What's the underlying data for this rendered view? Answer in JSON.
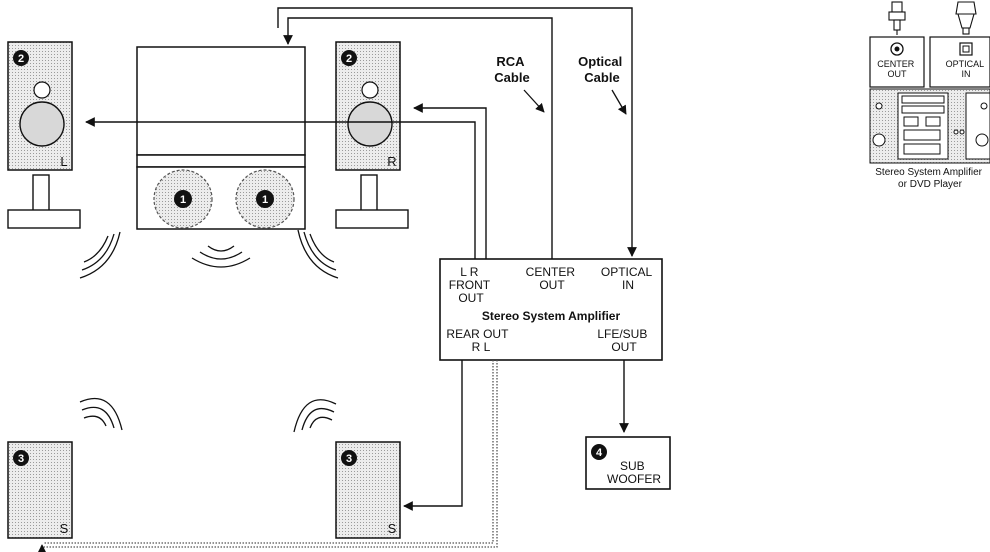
{
  "markers": {
    "front_speaker": "2",
    "center_speaker": "1",
    "rear_speaker": "3",
    "subwoofer": "4"
  },
  "speakers": {
    "front_left_tag": "L",
    "front_right_tag": "R",
    "rear_tag": "S"
  },
  "cables": {
    "rca": [
      "RCA",
      "Cable"
    ],
    "optical": [
      "Optical",
      "Cable"
    ]
  },
  "amplifier": {
    "title": "Stereo System Amplifier",
    "front_out": [
      "L  R",
      "FRONT",
      "OUT"
    ],
    "center_out": [
      "CENTER",
      "OUT"
    ],
    "optical_in": [
      "OPTICAL",
      "IN"
    ],
    "rear_out": [
      "REAR OUT",
      "R  L"
    ],
    "sub_out": [
      "LFE/SUB",
      "OUT"
    ]
  },
  "subwoofer": {
    "label": [
      "SUB",
      "WOOFER"
    ]
  },
  "inset": {
    "center_jack": [
      "CENTER",
      "OUT"
    ],
    "optical_jack": [
      "OPTICAL",
      "IN"
    ],
    "caption": [
      "Stereo System Amplifier",
      "or DVD Player"
    ]
  },
  "colors": {
    "speaker_fill": "#d4d4d4",
    "line": "#111111",
    "dotted_cable": "#666666"
  }
}
